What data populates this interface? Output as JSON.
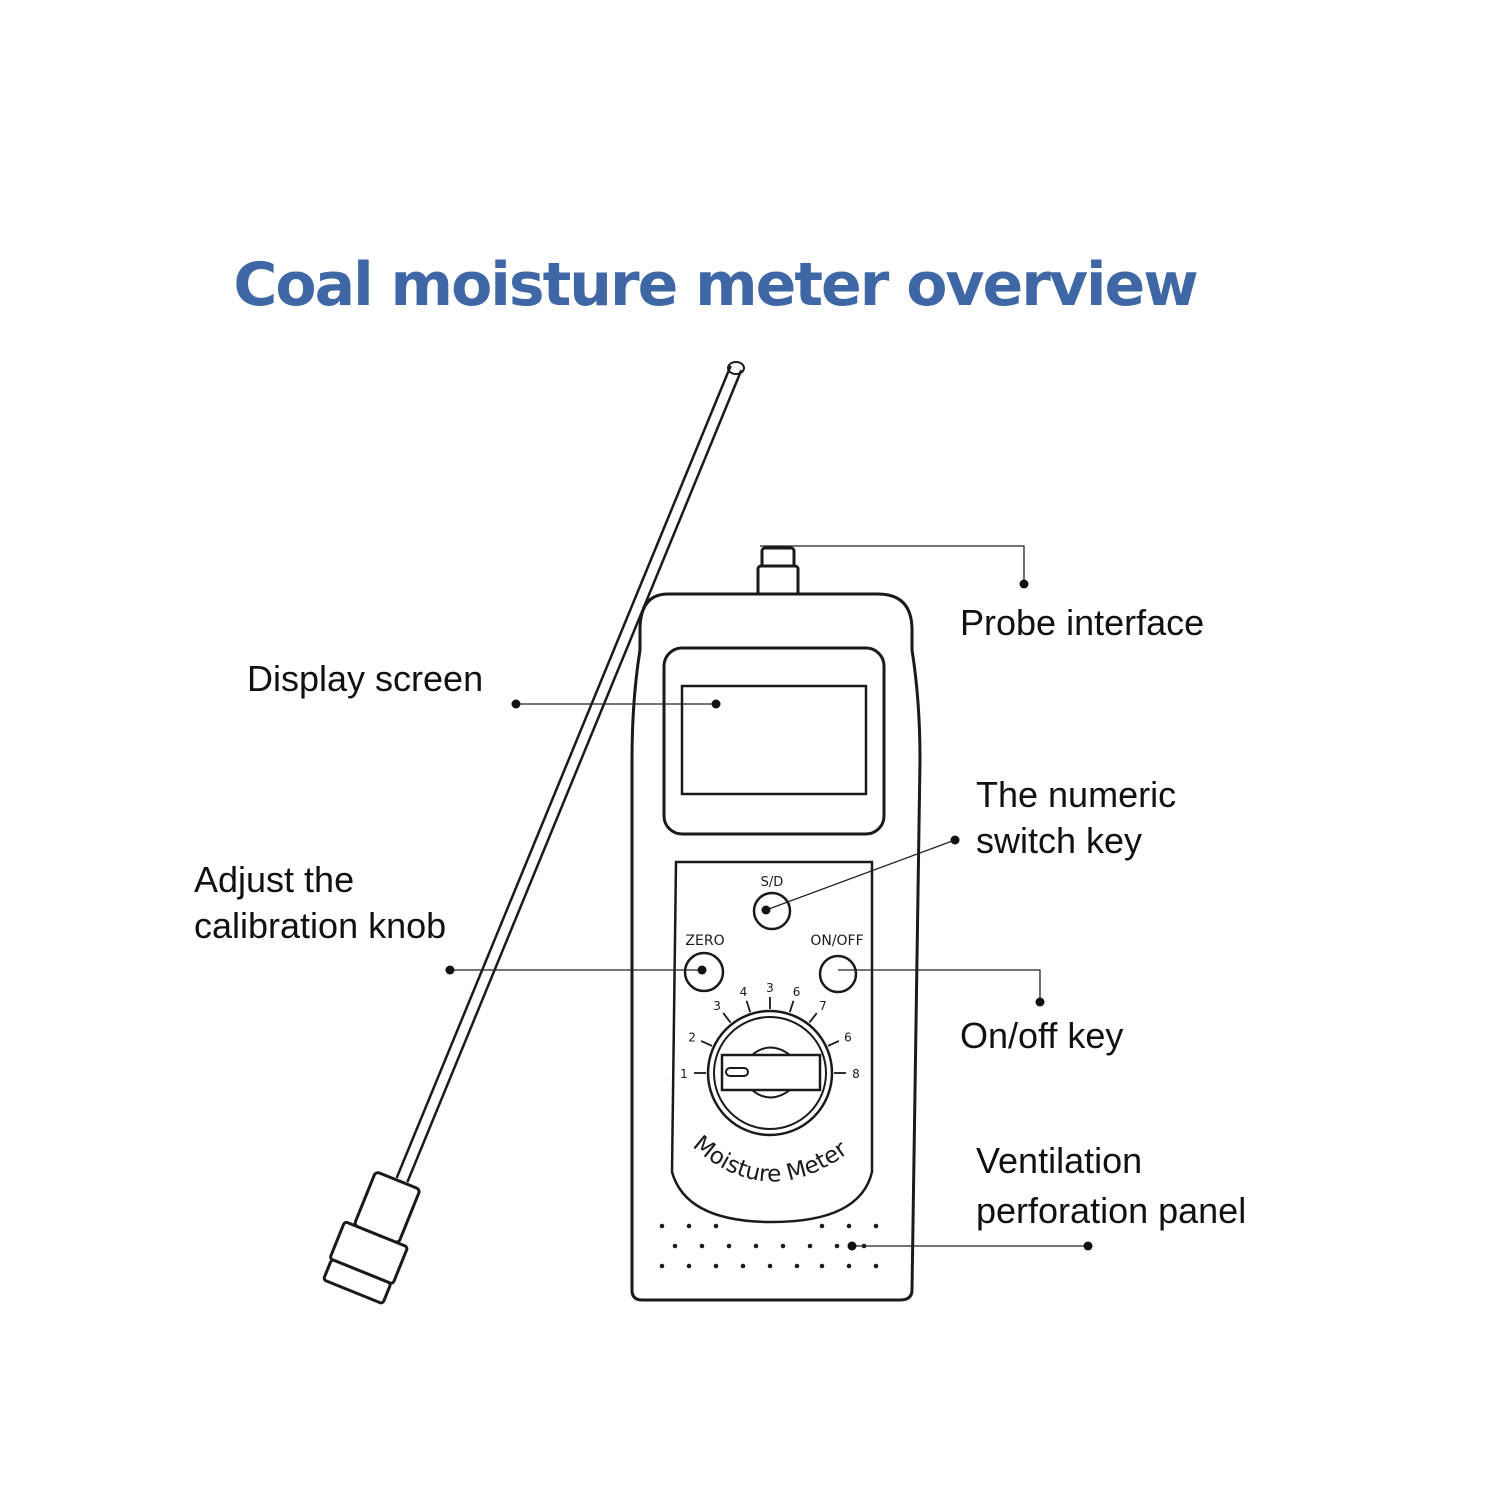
{
  "title": "Coal moisture meter overview",
  "colors": {
    "title": "#3f67a6",
    "text": "#111111",
    "line": "#1a1a1a"
  },
  "labels": {
    "probe_interface": "Probe interface",
    "display_screen": "Display screen",
    "numeric_switch_key": [
      "The numeric",
      "switch key"
    ],
    "calibration_knob": [
      "Adjust the",
      "calibration knob"
    ],
    "on_off_key": "On/off key",
    "ventilation_panel": [
      "Ventilation",
      "perforation panel"
    ]
  },
  "device": {
    "brand_text": "Moisture Meter",
    "sd_button": "S/D",
    "zero_button": "ZERO",
    "onoff_button": "ON/OFF",
    "dial_numbers": [
      "1",
      "2",
      "3",
      "4",
      "3",
      "6",
      "7",
      "6",
      "8"
    ]
  }
}
